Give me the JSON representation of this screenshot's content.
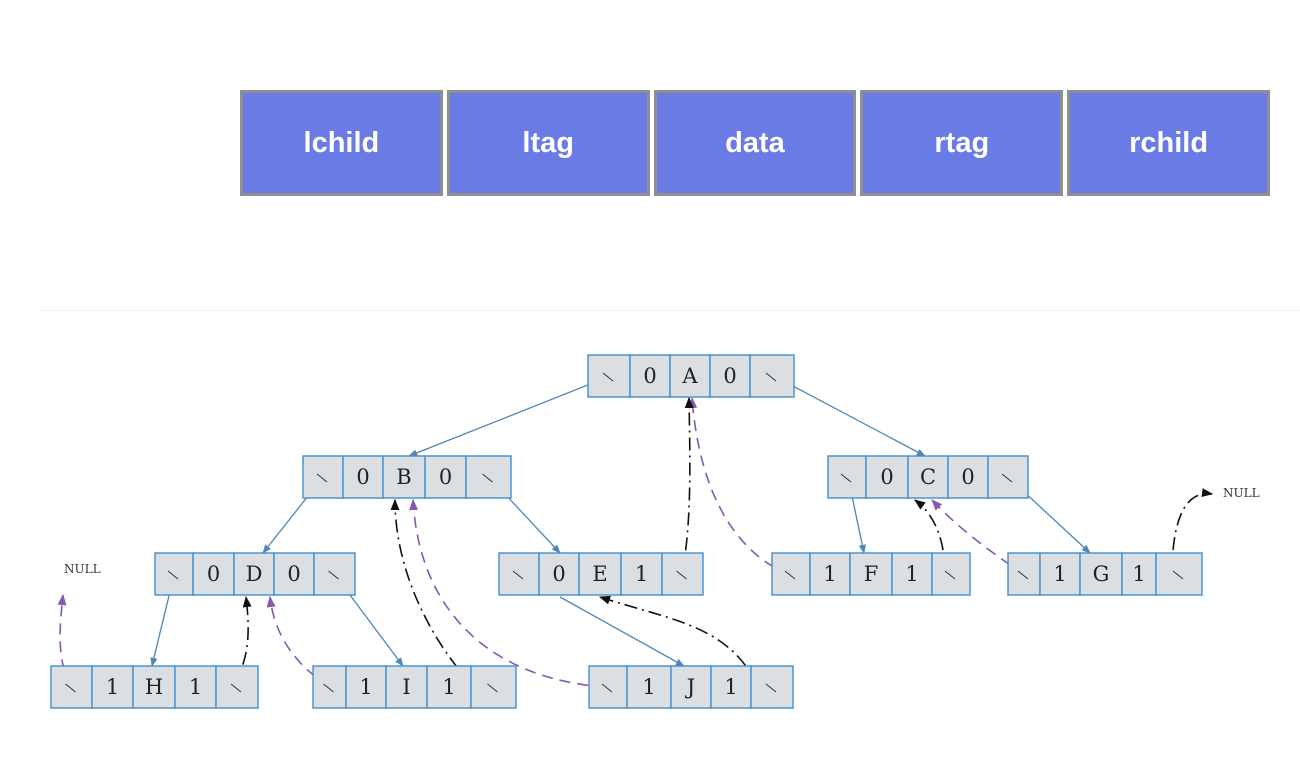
{
  "header": {
    "fields": [
      "lchild",
      "ltag",
      "data",
      "rtag",
      "rchild"
    ],
    "field_color": "#6b7be6"
  },
  "tree": {
    "nodes": [
      {
        "data": "A",
        "ltag": "0",
        "rtag": "0"
      },
      {
        "data": "B",
        "ltag": "0",
        "rtag": "0"
      },
      {
        "data": "C",
        "ltag": "0",
        "rtag": "0"
      },
      {
        "data": "D",
        "ltag": "0",
        "rtag": "0"
      },
      {
        "data": "E",
        "ltag": "0",
        "rtag": "1"
      },
      {
        "data": "F",
        "ltag": "1",
        "rtag": "1"
      },
      {
        "data": "G",
        "ltag": "1",
        "rtag": "1"
      },
      {
        "data": "H",
        "ltag": "1",
        "rtag": "1"
      },
      {
        "data": "I",
        "ltag": "1",
        "rtag": "1"
      },
      {
        "data": "J",
        "ltag": "1",
        "rtag": "1"
      }
    ],
    "null_labels": {
      "left": "NULL",
      "right": "NULL"
    },
    "colors": {
      "cell_fill": "#dcdfe2",
      "cell_border": "#3e8fd0",
      "child_link": "#4f86b8",
      "pred_thread": "#8658b0",
      "succ_thread": "#111111"
    }
  }
}
